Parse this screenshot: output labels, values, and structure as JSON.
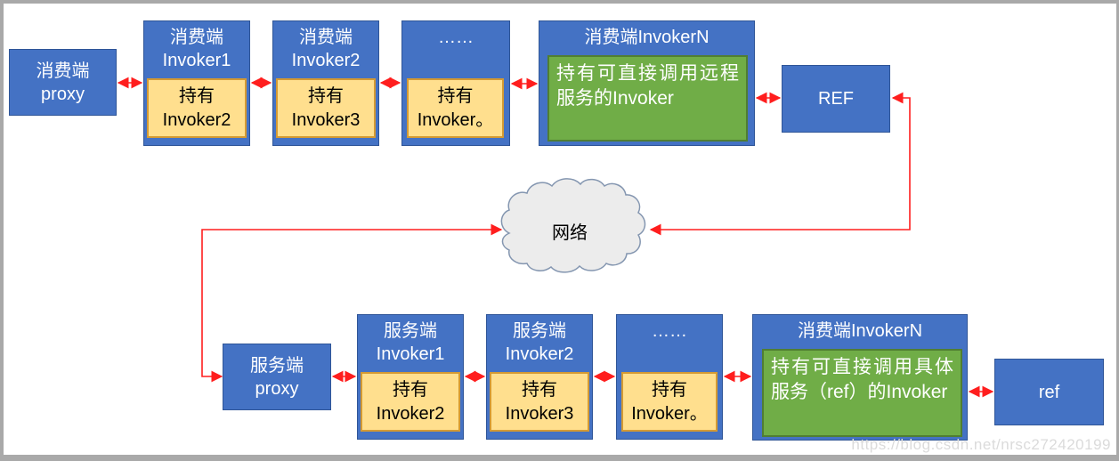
{
  "watermark": "https://blog.csdn.net/nrsc272420199",
  "network": {
    "label": "网络"
  },
  "consumer": {
    "proxy": {
      "title": "消费端\nproxy"
    },
    "invoker1": {
      "title": "消费端\nInvoker1",
      "holds": "持有\nInvoker2"
    },
    "invoker2": {
      "title": "消费端\nInvoker2",
      "holds": "持有\nInvoker3"
    },
    "ellipsis": {
      "title": "……",
      "holds": "持有\nInvoker。"
    },
    "invokerN": {
      "title": "消费端InvokerN",
      "holds": "持有可直接调用远程服务的Invoker"
    },
    "ref": {
      "title": "REF"
    }
  },
  "provider": {
    "proxy": {
      "title": "服务端\nproxy"
    },
    "invoker1": {
      "title": "服务端\nInvoker1",
      "holds": "持有\nInvoker2"
    },
    "invoker2": {
      "title": "服务端\nInvoker2",
      "holds": "持有\nInvoker3"
    },
    "ellipsis": {
      "title": "……",
      "holds": "持有\nInvoker。"
    },
    "invokerN": {
      "title": "消费端InvokerN",
      "holds": "持有可直接调用具体服务（ref）的Invoker"
    },
    "ref": {
      "title": "ref"
    }
  },
  "colors": {
    "box_blue": "#4472C4",
    "box_blue_border": "#2F5597",
    "holder_yellow": "#FFDF8E",
    "holder_yellow_border": "#D49A33",
    "holder_green": "#70AD47",
    "holder_green_border": "#507E32",
    "arrow_red": "#FF1E1E",
    "cloud_fill": "#ECECEC",
    "cloud_border": "#8496B0",
    "frame_gray": "#A9A9A9"
  }
}
